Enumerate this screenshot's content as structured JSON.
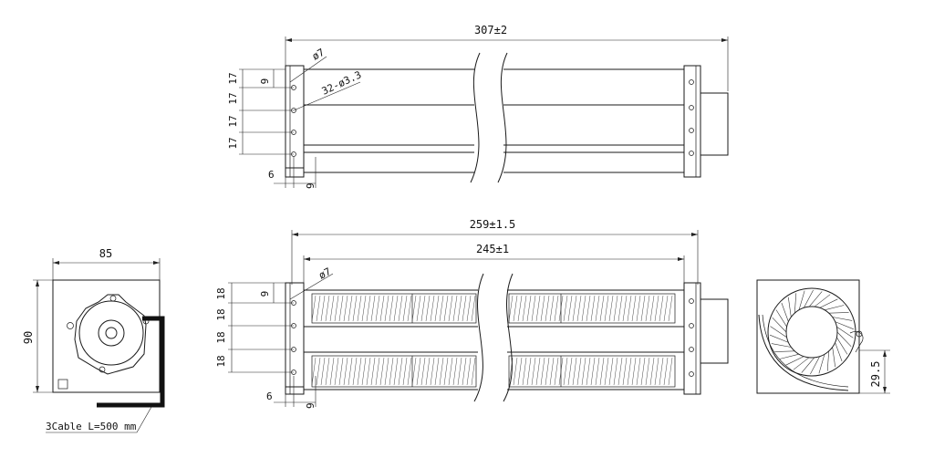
{
  "drawing": {
    "top_view": {
      "length": "307±2",
      "hole_dia": "ø7",
      "holes": "32-ø3.3",
      "pitch_a": "9",
      "pitch_b": "17",
      "offset_a": "6",
      "offset_b": "9"
    },
    "bottom_view": {
      "overall_length": "259±1.5",
      "wheel_length": "245±1",
      "hole_dia": "ø7",
      "pitch_a": "9",
      "pitch_b": "18",
      "offset_a": "6",
      "offset_b": "9"
    },
    "motor_view": {
      "width": "85",
      "height": "90",
      "cable": "3Cable L=500 mm"
    },
    "end_view": {
      "outlet": "29.5"
    }
  }
}
